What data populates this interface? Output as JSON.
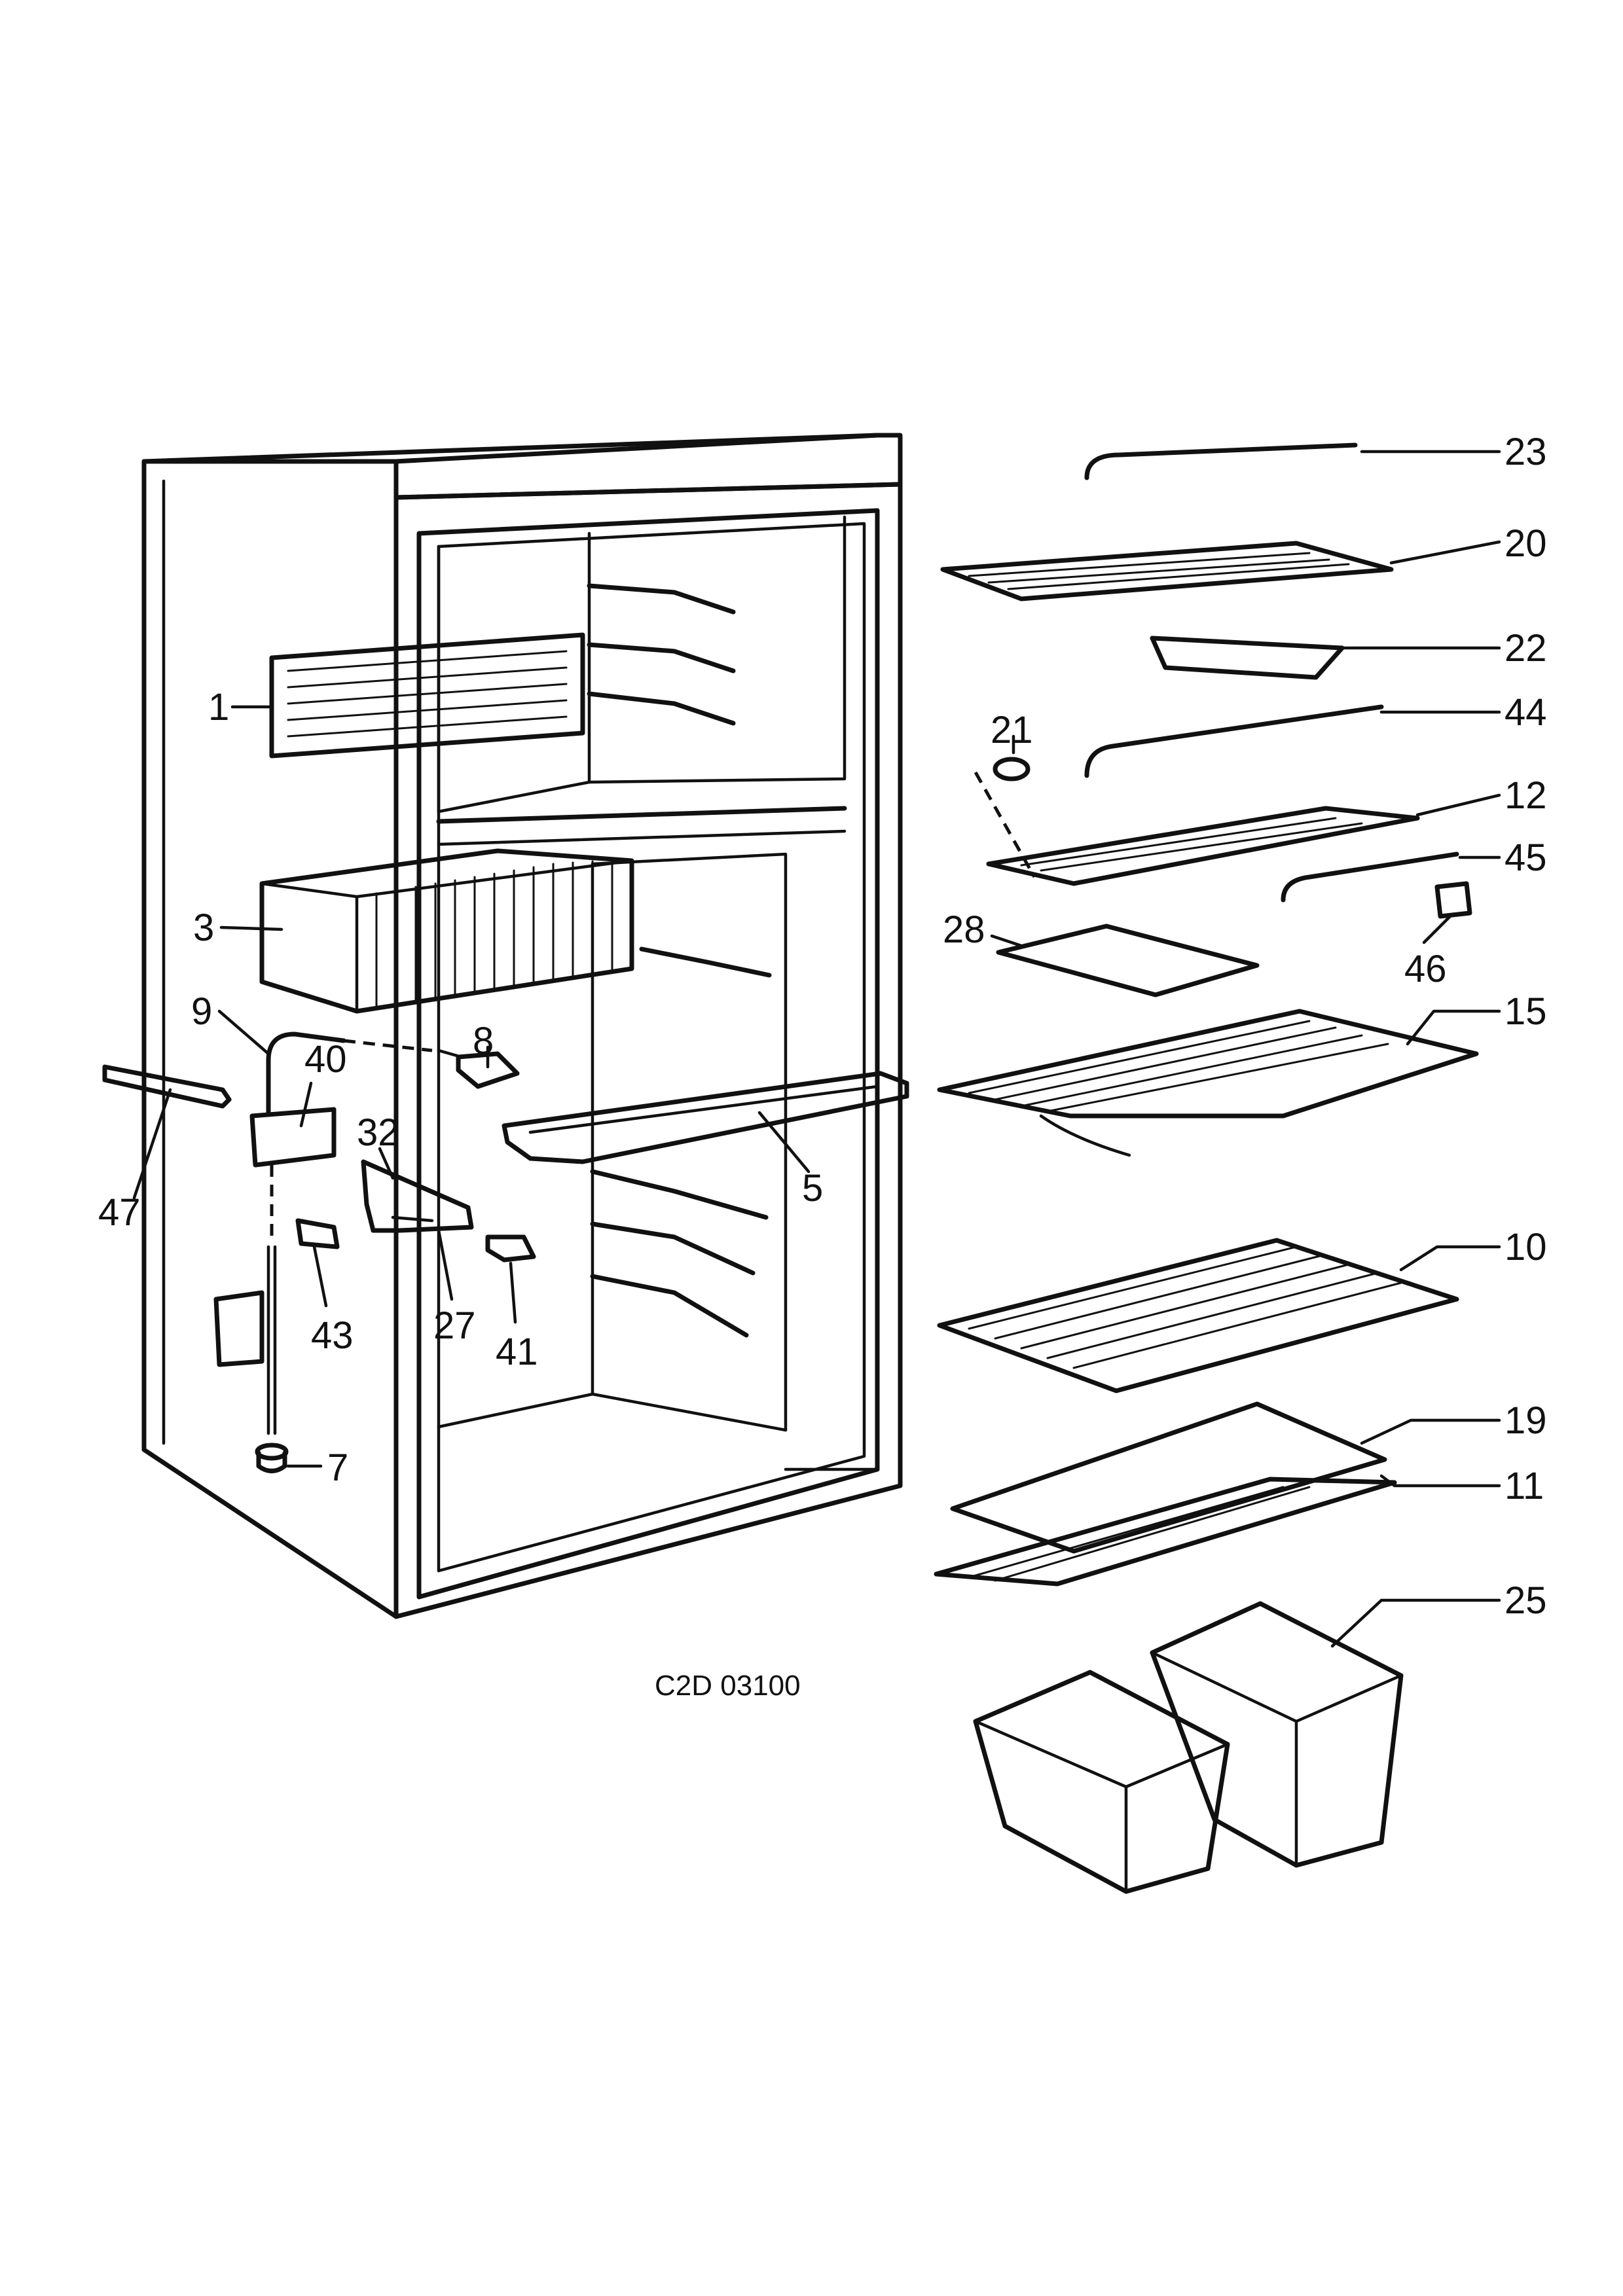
{
  "drawing": {
    "code": "C2D 03100",
    "callouts": [
      "1",
      "3",
      "9",
      "8",
      "40",
      "32",
      "47",
      "5",
      "27",
      "43",
      "41",
      "7",
      "23",
      "20",
      "22",
      "21",
      "44",
      "12",
      "45",
      "28",
      "46",
      "15",
      "10",
      "19",
      "11",
      "25"
    ]
  }
}
